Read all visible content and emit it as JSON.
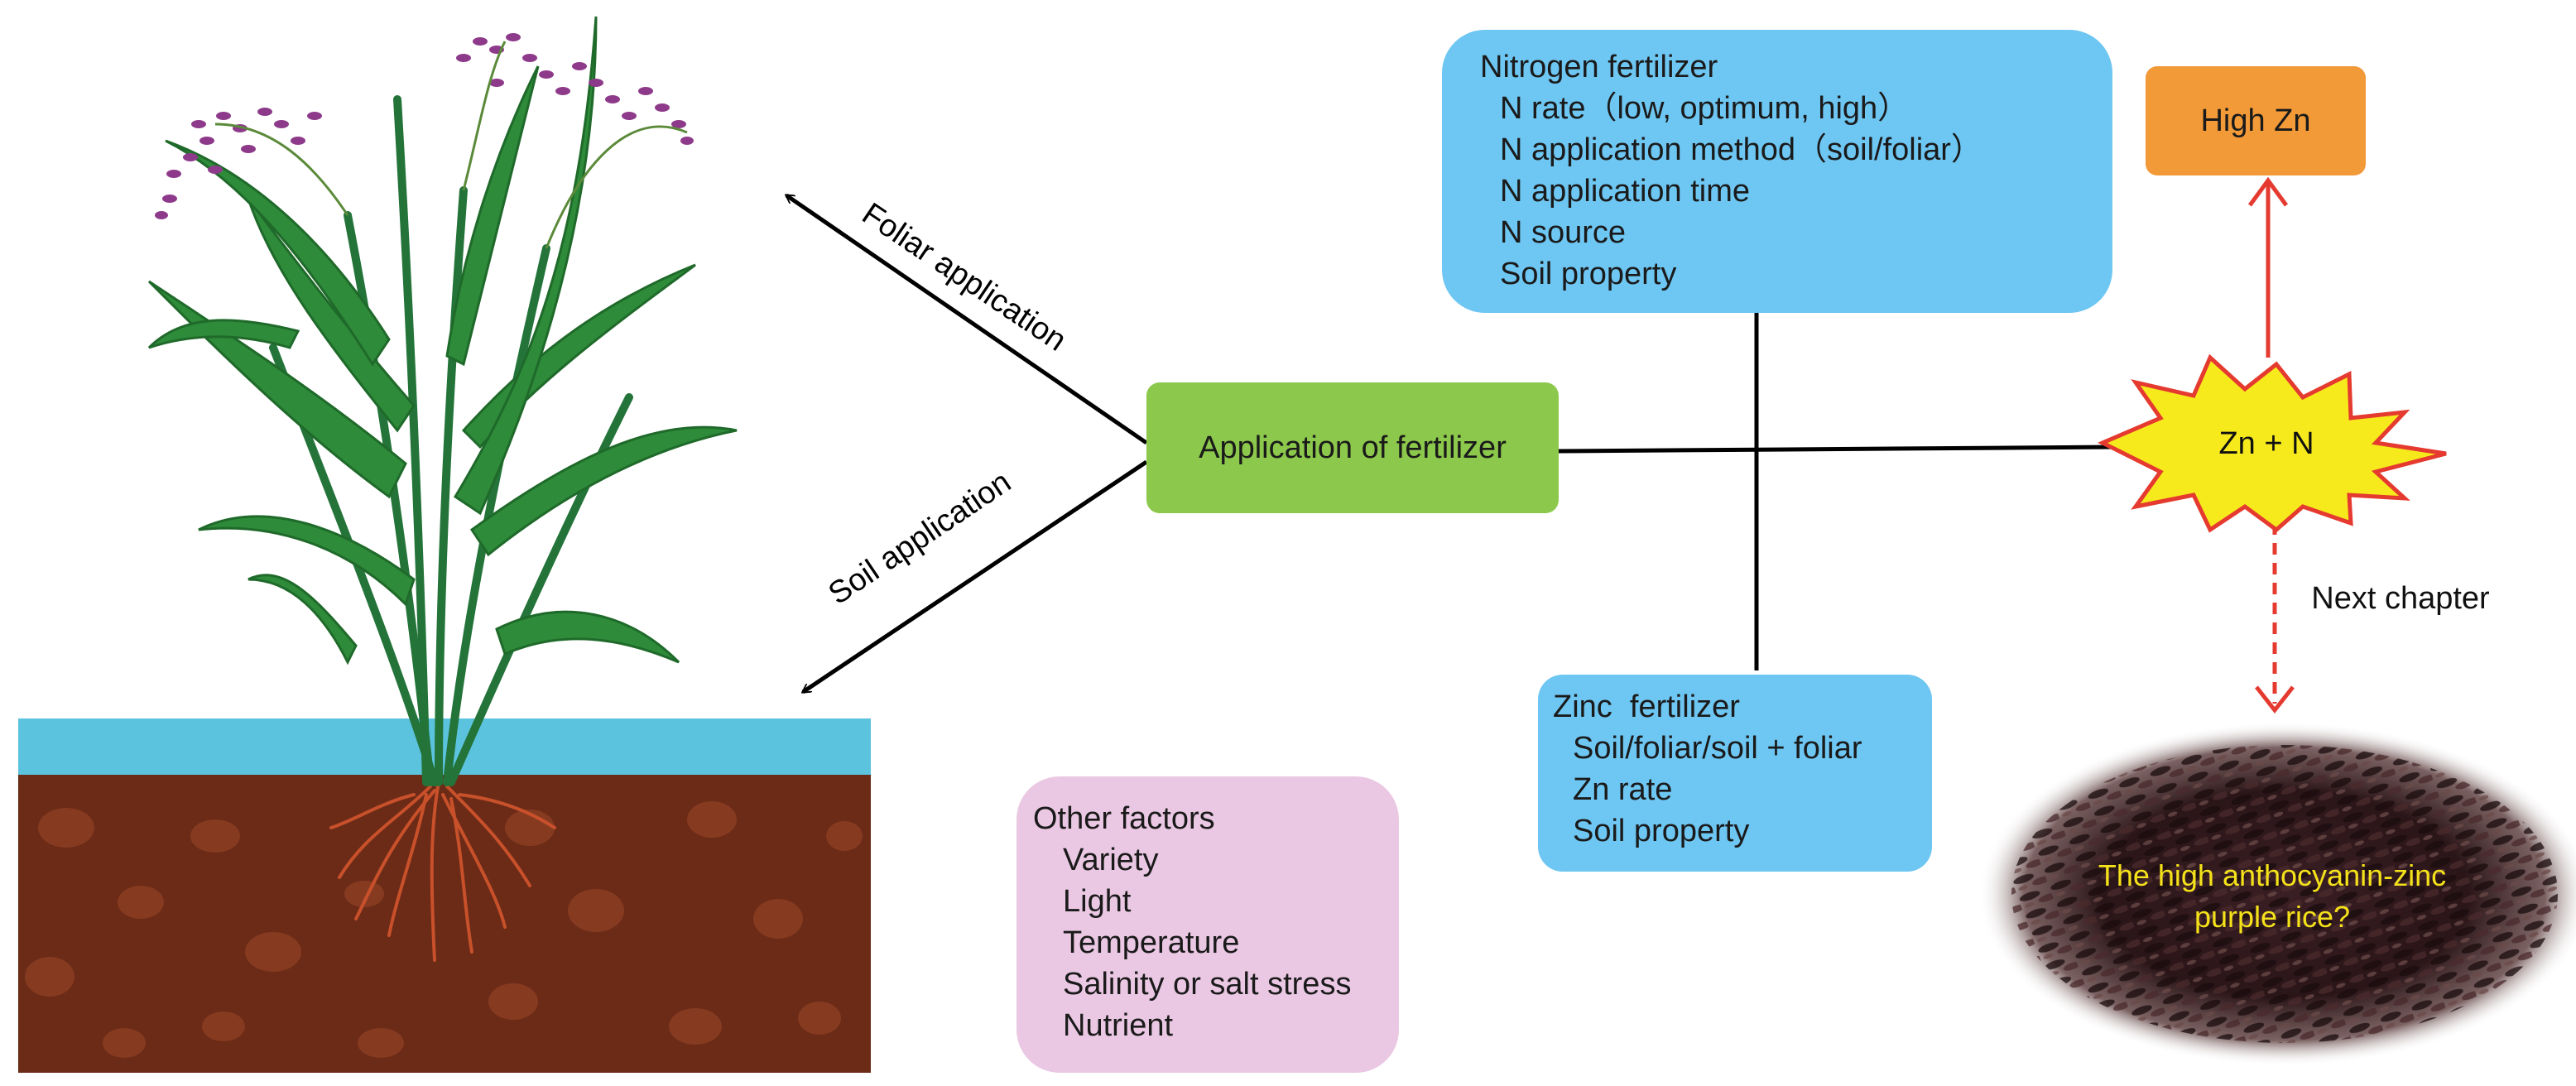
{
  "nitrogen_box": {
    "title": "Nitrogen fertilizer",
    "items": [
      "N rate（low, optimum, high）",
      "N application method（soil/foliar）",
      "N application time",
      "N source",
      "Soil property"
    ]
  },
  "zinc_box": {
    "title": "Zinc  fertilizer",
    "items": [
      "Soil/foliar/soil + foliar",
      "Zn rate",
      "Soil property"
    ]
  },
  "other_box": {
    "title": "Other factors",
    "items": [
      "Variety",
      "Light",
      "Temperature",
      "Salinity or salt stress",
      "Nutrient"
    ]
  },
  "center_box": {
    "label": "Application of fertilizer"
  },
  "arrows": {
    "foliar": "Foliar application",
    "soil": "Soil application"
  },
  "burst": {
    "label": "Zn + N"
  },
  "result_box": {
    "label": "High Zn"
  },
  "next": {
    "label": "Next chapter"
  },
  "rice_image": {
    "line1": "The high anthocyanin-zinc",
    "line2": "purple rice?"
  },
  "colors": {
    "blue_box": "#6ec6f2",
    "green_box": "#8cc84b",
    "orange_box": "#f29a38",
    "pink_box": "#eac8e3",
    "burst_fill": "#f7ea1c",
    "burst_stroke": "#e53a2f",
    "red_arrow": "#e53a2f",
    "water": "#5cc3df",
    "soil": "#6b2b17",
    "leaf": "#2e8b3a",
    "grain": "#8e3a8a",
    "rice_text": "#f5e21a"
  }
}
